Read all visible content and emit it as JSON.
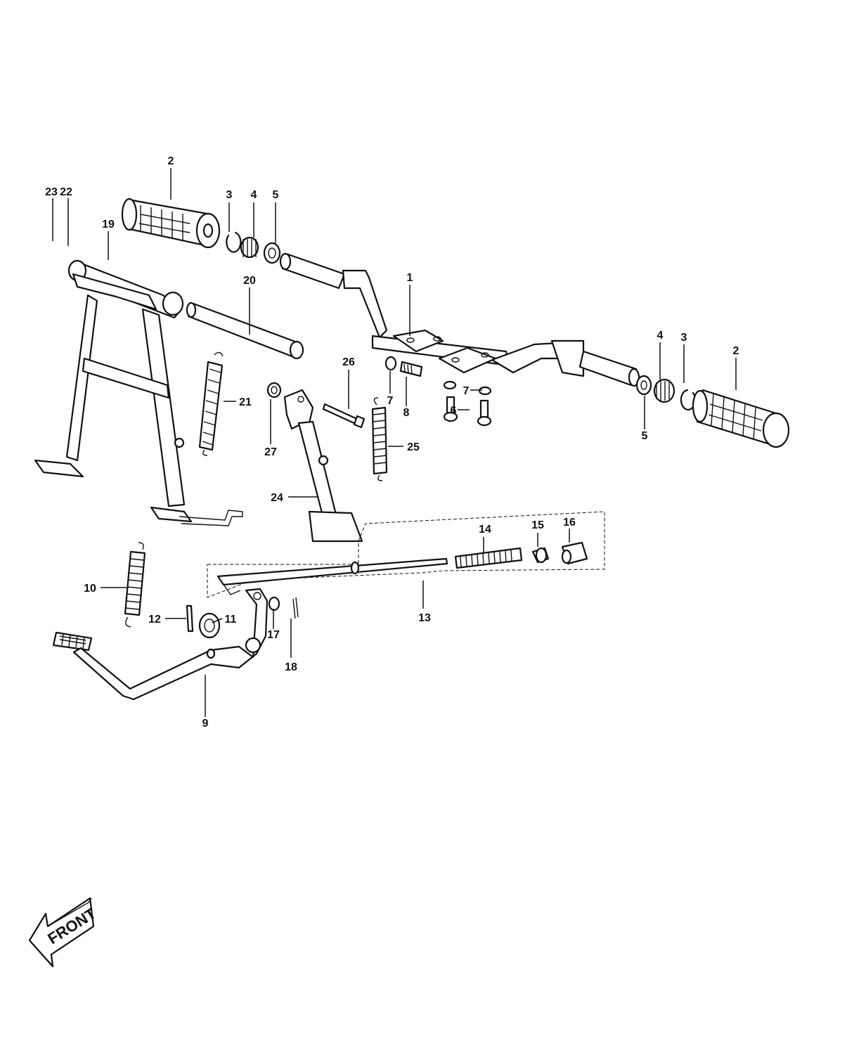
{
  "callouts": {
    "c1": "1",
    "c2a": "2",
    "c2b": "2",
    "c3a": "3",
    "c3b": "3",
    "c4a": "4",
    "c4b": "4",
    "c5a": "5",
    "c5b": "5",
    "c6": "6",
    "c7a": "7",
    "c7b": "7",
    "c8": "8",
    "c9": "9",
    "c10": "10",
    "c11": "11",
    "c12": "12",
    "c13": "13",
    "c14": "14",
    "c15": "15",
    "c16": "16",
    "c17": "17",
    "c18": "18",
    "c19": "19",
    "c20": "20",
    "c21": "21",
    "c22": "22",
    "c23": "23",
    "c24": "24",
    "c25": "25",
    "c26": "26",
    "c27": "27"
  },
  "front_label": "FRONT"
}
